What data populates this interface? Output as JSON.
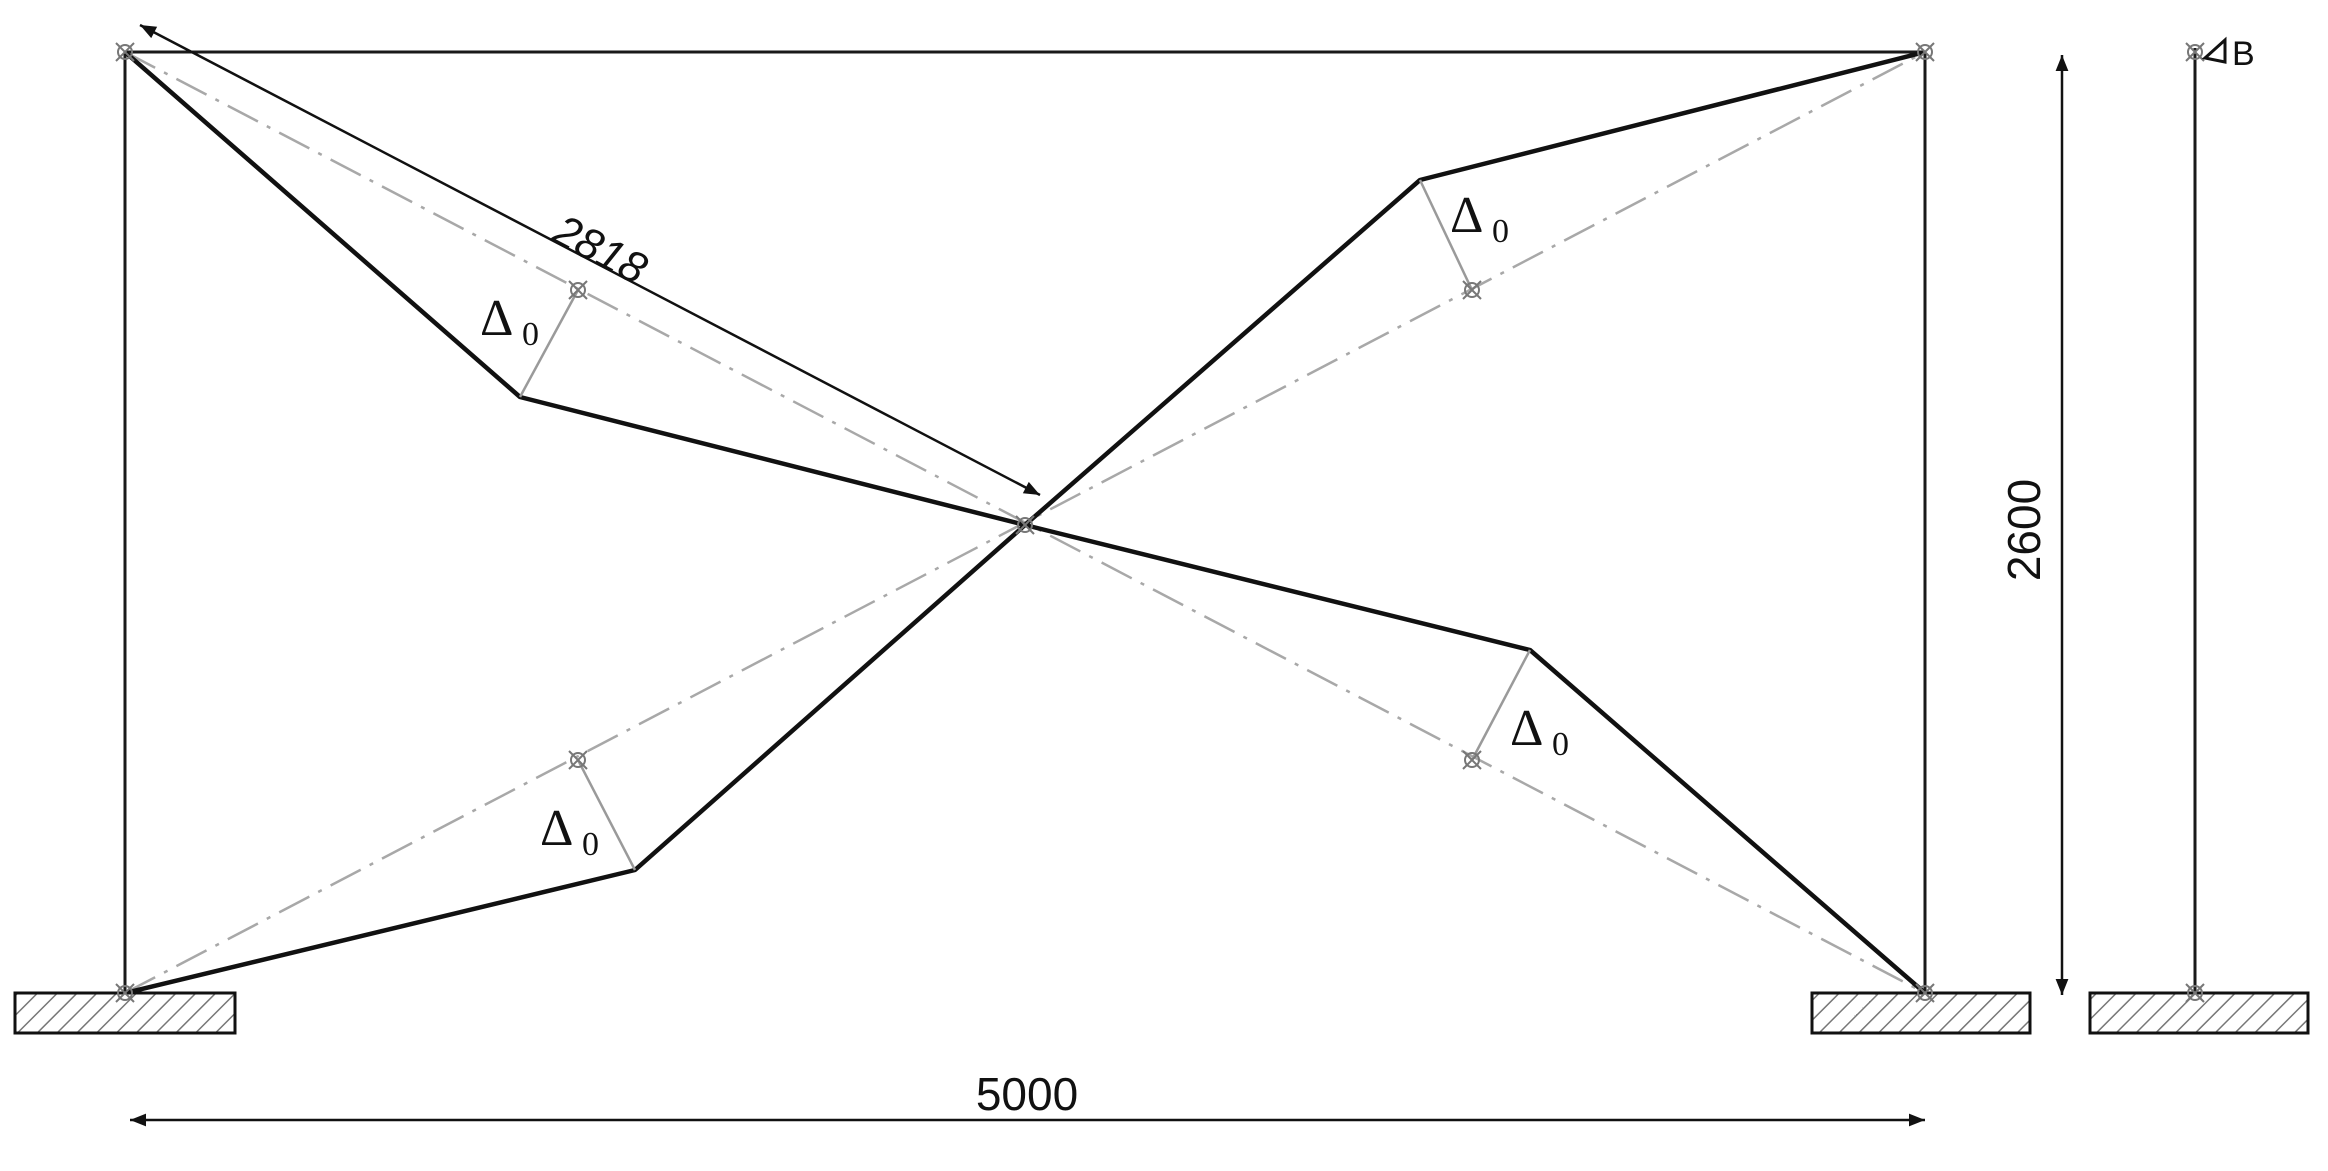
{
  "labels": {
    "diag_length": "2818",
    "width": "5000",
    "height": "2600",
    "corner": "B",
    "imperfection_1": "Δ",
    "imperfection_1_sub": "0",
    "imperfection_2": "Δ",
    "imperfection_2_sub": "0",
    "imperfection_3": "Δ",
    "imperfection_3_sub": "0",
    "imperfection_4": "Δ",
    "imperfection_4_sub": "0"
  },
  "colors": {
    "member": "#111111",
    "axis": "#a8a8a8"
  }
}
